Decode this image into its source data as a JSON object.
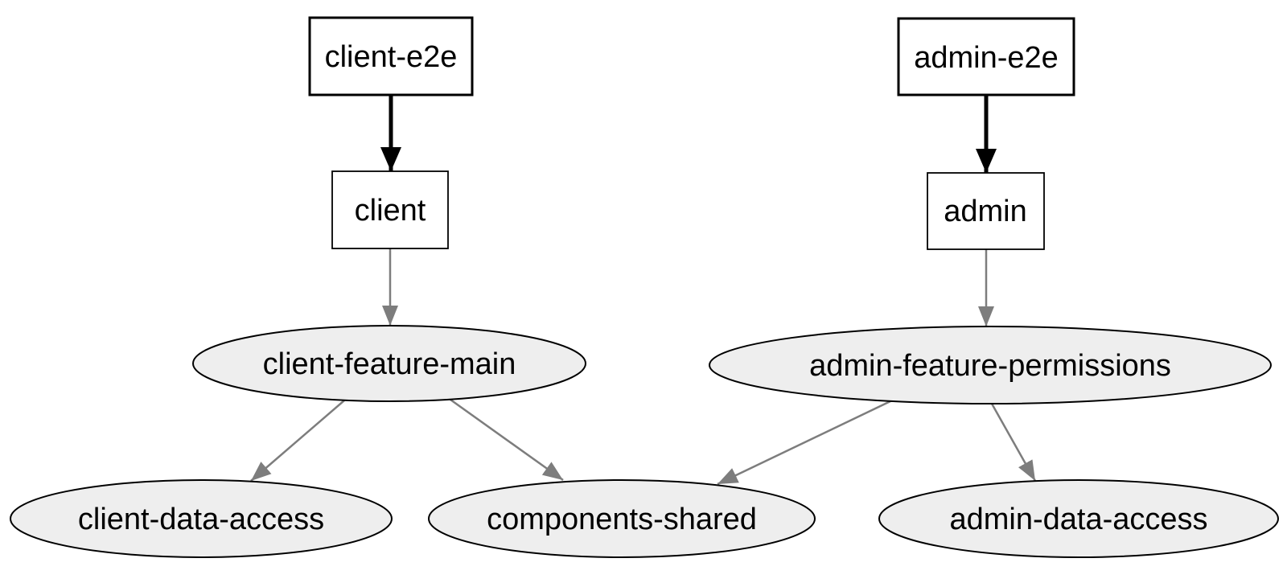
{
  "diagram": {
    "type": "dependency-graph",
    "background": "#ffffff",
    "colors": {
      "app_fill": "#ffffff",
      "app_border": "#000000",
      "lib_fill": "#eeeeee",
      "lib_border": "#000000",
      "edge_bold": "#000000",
      "edge_regular": "#7d7d7d",
      "text": "#000000"
    },
    "nodes": [
      {
        "id": "client-e2e",
        "label": "client-e2e",
        "shape": "box",
        "kind": "e2e"
      },
      {
        "id": "admin-e2e",
        "label": "admin-e2e",
        "shape": "box",
        "kind": "e2e"
      },
      {
        "id": "client",
        "label": "client",
        "shape": "box",
        "kind": "app"
      },
      {
        "id": "admin",
        "label": "admin",
        "shape": "box",
        "kind": "app"
      },
      {
        "id": "client-feature-main",
        "label": "client-feature-main",
        "shape": "ellipse",
        "kind": "lib"
      },
      {
        "id": "admin-feature-permissions",
        "label": "admin-feature-permissions",
        "shape": "ellipse",
        "kind": "lib"
      },
      {
        "id": "client-data-access",
        "label": "client-data-access",
        "shape": "ellipse",
        "kind": "lib"
      },
      {
        "id": "components-shared",
        "label": "components-shared",
        "shape": "ellipse",
        "kind": "lib"
      },
      {
        "id": "admin-data-access",
        "label": "admin-data-access",
        "shape": "ellipse",
        "kind": "lib"
      }
    ],
    "edges": [
      {
        "from": "client-e2e",
        "to": "client",
        "style": "bold"
      },
      {
        "from": "admin-e2e",
        "to": "admin",
        "style": "bold"
      },
      {
        "from": "client",
        "to": "client-feature-main",
        "style": "regular"
      },
      {
        "from": "admin",
        "to": "admin-feature-permissions",
        "style": "regular"
      },
      {
        "from": "client-feature-main",
        "to": "client-data-access",
        "style": "regular"
      },
      {
        "from": "client-feature-main",
        "to": "components-shared",
        "style": "regular"
      },
      {
        "from": "admin-feature-permissions",
        "to": "components-shared",
        "style": "regular"
      },
      {
        "from": "admin-feature-permissions",
        "to": "admin-data-access",
        "style": "regular"
      }
    ]
  }
}
